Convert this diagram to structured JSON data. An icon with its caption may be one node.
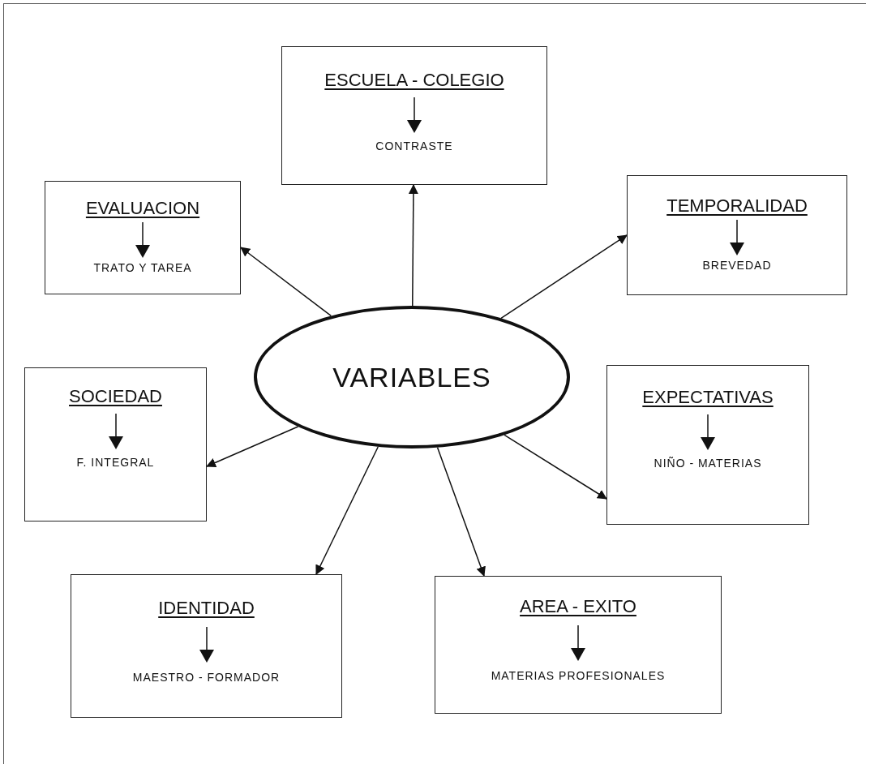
{
  "diagram": {
    "nodes": [
      {
        "text": [
          "ESCUELA - COLEGIO",
          "CONTRASTE"
        ]
      },
      {
        "text": [
          "EVALUACION",
          "TRATO Y TAREA"
        ]
      },
      {
        "text": [
          "TEMPORALIDAD",
          "BREVEDAD"
        ]
      },
      {
        "text": [
          "VARIABLES"
        ]
      },
      {
        "text": [
          "SOCIEDAD",
          "F. INTEGRAL"
        ]
      },
      {
        "text": [
          "EXPECTATIVAS",
          "NIÑO - MATERIAS"
        ]
      },
      {
        "text": [
          "IDENTIDAD",
          "MAESTRO - FORMADOR"
        ]
      },
      {
        "text": [
          "AREA - EXITO",
          "MATERIAS PROFESIONALES"
        ]
      }
    ],
    "edges": [
      {
        "from": 3,
        "to": 0,
        "arrow": "to"
      },
      {
        "from": 3,
        "to": 1,
        "arrow": "to"
      },
      {
        "from": 3,
        "to": 2,
        "arrow": "to"
      },
      {
        "from": 3,
        "to": 4,
        "arrow": "to"
      },
      {
        "from": 3,
        "to": 5,
        "arrow": "to"
      },
      {
        "from": 3,
        "to": 6,
        "arrow": "to"
      },
      {
        "from": 3,
        "to": 7,
        "arrow": "to"
      }
    ]
  }
}
